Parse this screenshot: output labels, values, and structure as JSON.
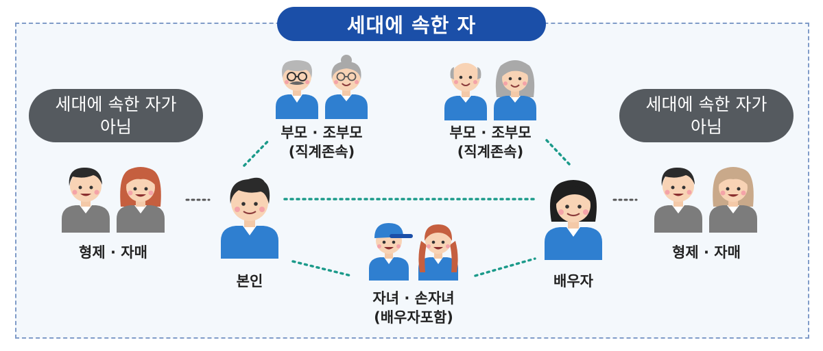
{
  "title": "세대에 속한 자",
  "not_member": {
    "line1": "세대에 속한 자가",
    "line2": "아님"
  },
  "groups": {
    "parents_left": {
      "line1": "부모 · 조부모",
      "line2": "(직계존속)"
    },
    "parents_right": {
      "line1": "부모 · 조부모",
      "line2": "(직계존속)"
    },
    "self": "본인",
    "spouse": "배우자",
    "children": {
      "line1": "자녀 · 손자녀",
      "line2": "(배우자포함)"
    },
    "siblings_left": "형제 · 자매",
    "siblings_right": "형제 · 자매"
  },
  "colors": {
    "title_bg": "#1b4fa8",
    "member_shirt": "#2f7fd0",
    "sibling_shirt": "#7c7c7c",
    "dotted_link": "#1b9a8a",
    "pill_gray": "#555a5f",
    "frame_border": "#7f9bc8"
  }
}
